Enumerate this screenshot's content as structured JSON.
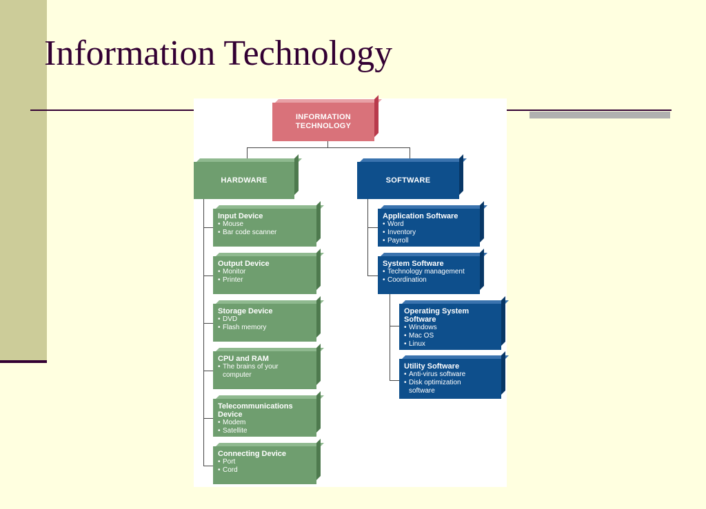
{
  "slide": {
    "title": "Information Technology"
  },
  "diagram": {
    "root": {
      "label_line1": "INFORMATION",
      "label_line2": "TECHNOLOGY"
    },
    "hardware": {
      "label": "HARDWARE",
      "items": [
        {
          "title": "Input Device",
          "bullets": [
            "Mouse",
            "Bar code scanner"
          ]
        },
        {
          "title": "Output Device",
          "bullets": [
            "Monitor",
            "Printer"
          ]
        },
        {
          "title": "Storage Device",
          "bullets": [
            "DVD",
            "Flash memory"
          ]
        },
        {
          "title": "CPU and RAM",
          "bullets": [
            "The brains of your computer"
          ]
        },
        {
          "title": "Telecommunications Device",
          "bullets": [
            "Modem",
            "Satellite"
          ]
        },
        {
          "title": "Connecting Device",
          "bullets": [
            "Port",
            "Cord"
          ]
        }
      ]
    },
    "software": {
      "label": "SOFTWARE",
      "items": [
        {
          "title": "Application Software",
          "bullets": [
            "Word",
            "Inventory",
            "Payroll"
          ]
        },
        {
          "title": "System Software",
          "bullets": [
            "Technology management",
            "Coordination"
          ]
        }
      ],
      "system_children": [
        {
          "title": "Operating System Software",
          "bullets": [
            "Windows",
            "Mac OS",
            "Linux"
          ]
        },
        {
          "title": "Utility Software",
          "bullets": [
            "Anti-virus software",
            "Disk optimization software"
          ]
        }
      ]
    },
    "colors": {
      "root": "#d9727a",
      "hardware": "#6f9e6f",
      "software": "#0e4f8c"
    }
  }
}
